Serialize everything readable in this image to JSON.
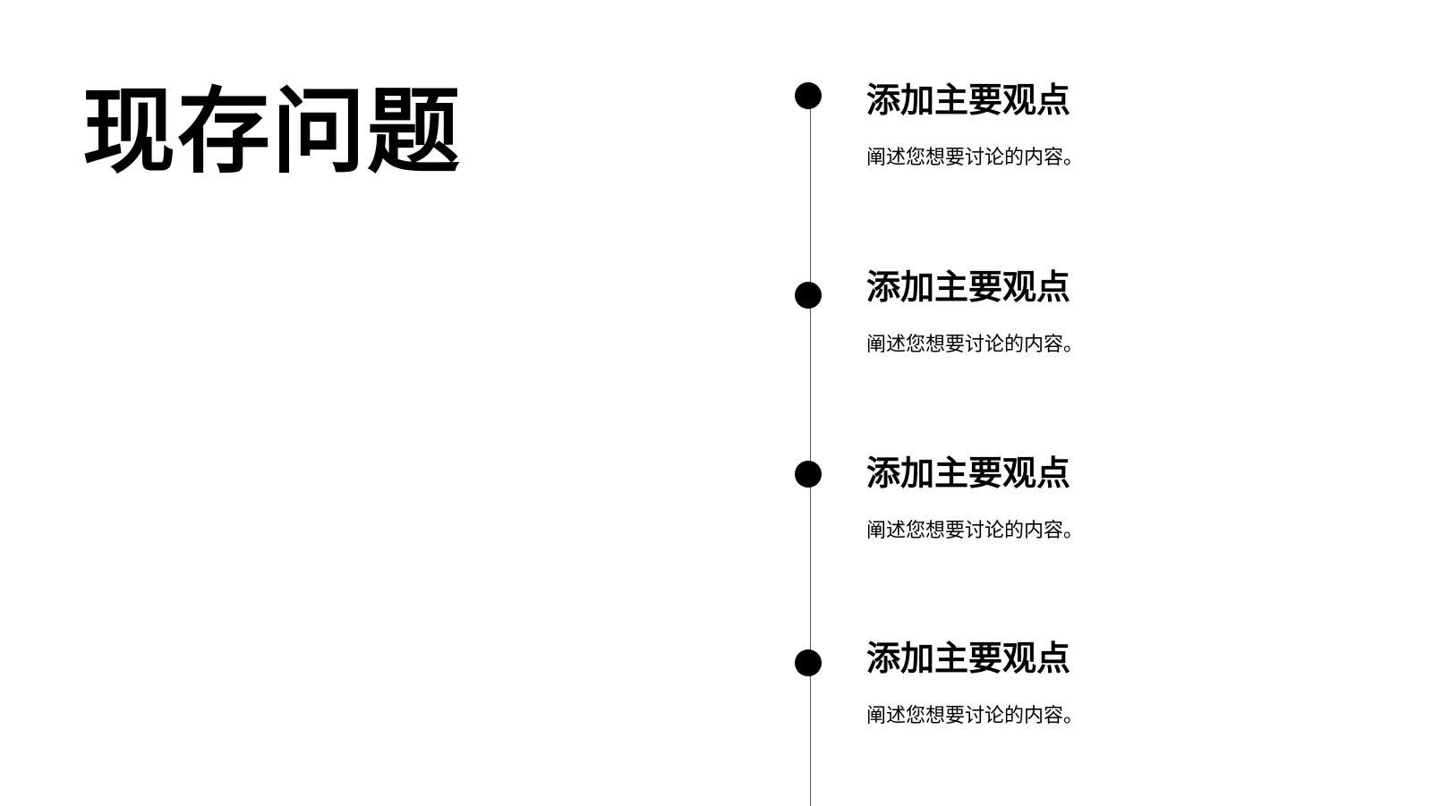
{
  "slide": {
    "title": "现存问题",
    "points": [
      {
        "title": "添加主要观点",
        "description": "阐述您想要讨论的内容。"
      },
      {
        "title": "添加主要观点",
        "description": "阐述您想要讨论的内容。"
      },
      {
        "title": "添加主要观点",
        "description": "阐述您想要讨论的内容。"
      },
      {
        "title": "添加主要观点",
        "description": "阐述您想要讨论的内容。"
      }
    ],
    "colors": {
      "background": "#ffffff",
      "text": "#000000",
      "timeline": "#000000"
    },
    "icons": {
      "timeline_marker": "filled-circle"
    }
  }
}
